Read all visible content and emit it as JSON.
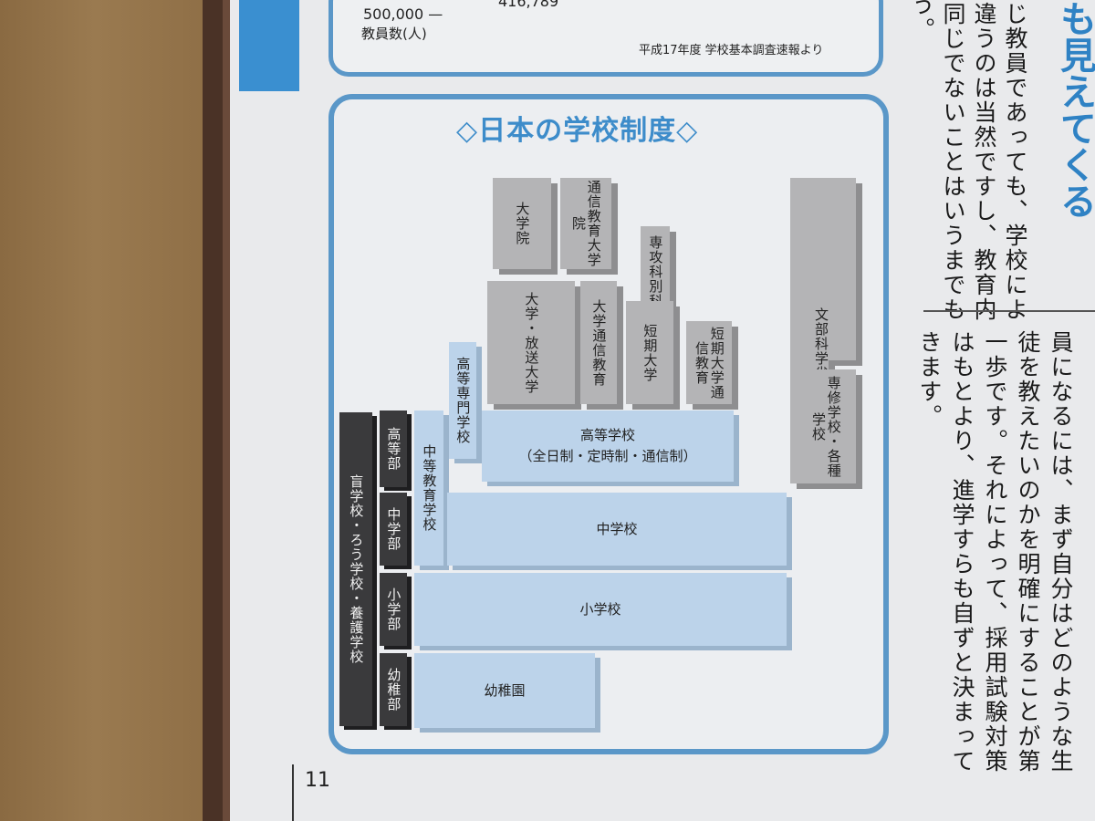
{
  "top_box": {
    "value_500000": "500,000 —",
    "value_416789": "416,789",
    "ylabel": "教員数(人)",
    "source": "平成17年度 学校基本調査速報より"
  },
  "diagram": {
    "title": "◇日本の学校制度◇",
    "blocks": {
      "graduate_school": "大学院",
      "correspondence_graduate": "通信教育大学院",
      "specialty_course": "専攻科別科",
      "moe_correspondence": "文部科学省認定社会通信教育",
      "university": "大学・放送大学",
      "university_correspondence": "大学通信教育",
      "junior_college": "短期大学",
      "junior_college_correspondence": "短期大学通信教育",
      "technical_college": "高等専門学校",
      "special_training": "専修学校・各種学校",
      "high_school": "高等学校",
      "high_school_sub": "（全日制・定時制・通信制）",
      "secondary_school": "中等教育学校",
      "junior_high": "中学校",
      "elementary": "小学校",
      "kindergarten": "幼稚園",
      "special_school": "盲学校・ろう学校・養護学校",
      "high_dept": "高等部",
      "middle_dept": "中学部",
      "elem_dept": "小学部",
      "kinder_dept": "幼稚部"
    }
  },
  "page_number": "11",
  "side_text": {
    "headline": "も見えてくる",
    "col_top_1": "う。",
    "col_top_2": "同じでないことはいうまでも",
    "col_top_3": "違うのは当然ですし、教育内",
    "col_top_4": "じ教員であっても、学校によ",
    "col_a": "員になるには、まず自分はどのような生",
    "col_b": "徒を教えたいのかを明確にすることが第",
    "col_c": "一歩です。それによって、採用試験対策",
    "col_d": "はもとより、進学すらも自ずと決まって",
    "col_e": "きます。"
  }
}
